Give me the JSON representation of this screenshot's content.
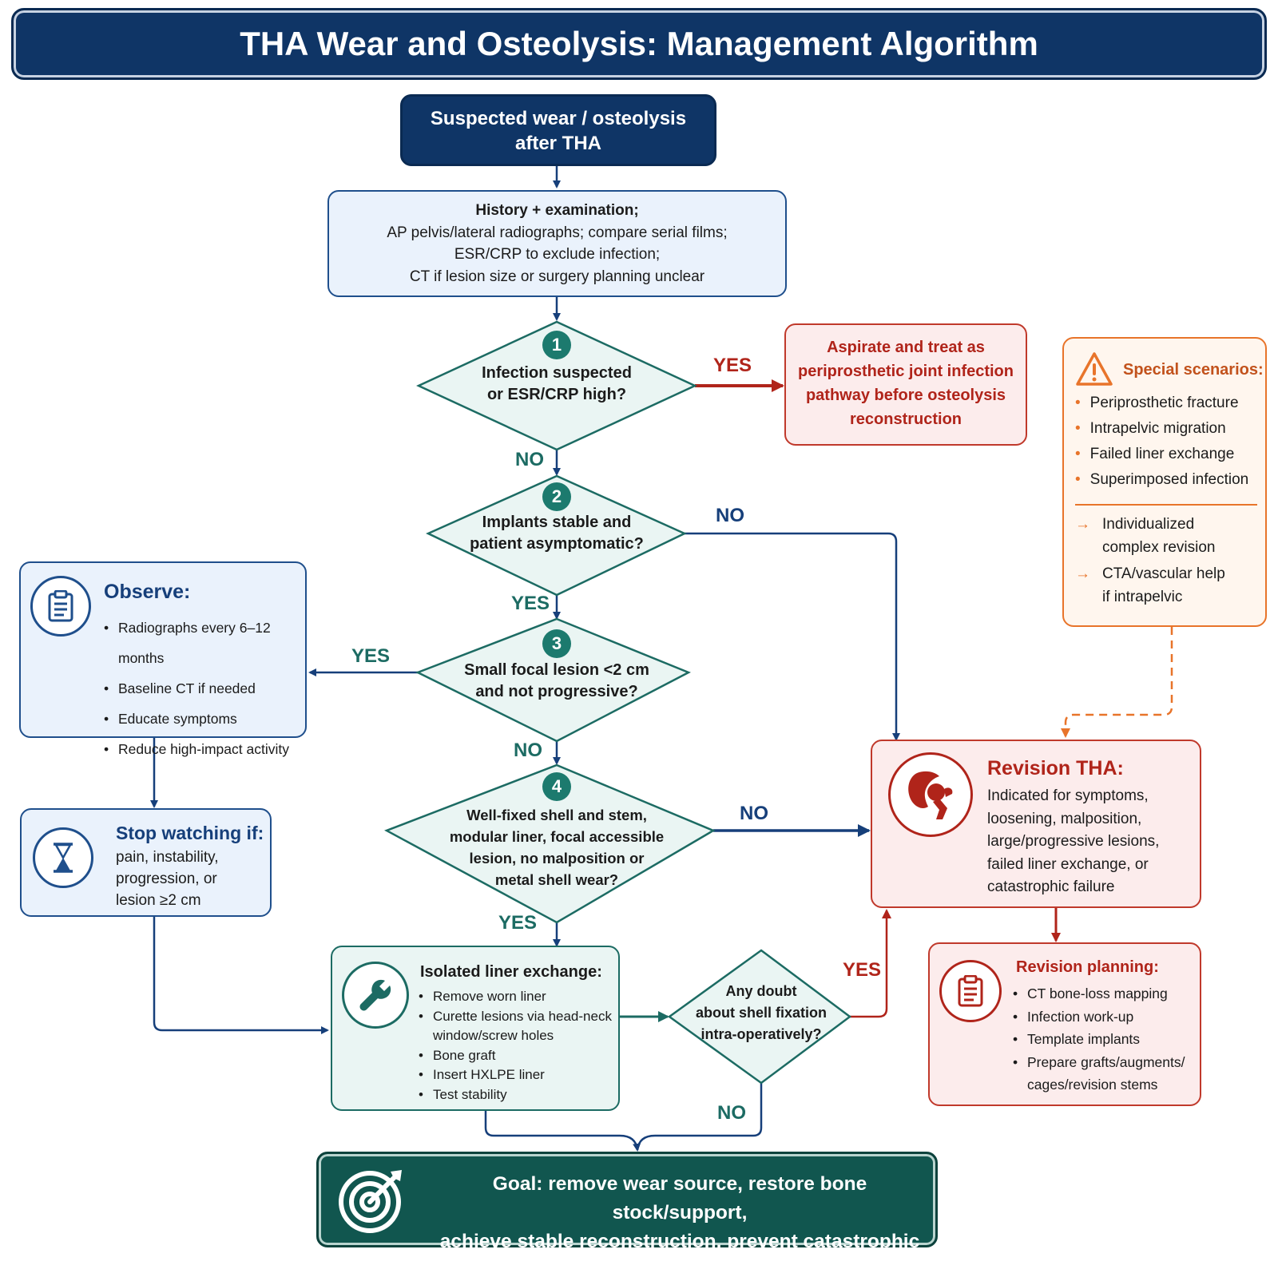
{
  "title": "THA Wear and Osteolysis: Management Algorithm",
  "start": {
    "line1": "Suspected wear / osteolysis",
    "line2": "after THA"
  },
  "history": {
    "heading": "History + examination;",
    "line1": "AP pelvis/lateral radiographs; compare serial films;",
    "line2": "ESR/CRP to exclude infection;",
    "line3": "CT if lesion size or surgery planning unclear"
  },
  "decisions": [
    {
      "number": "1",
      "line1": "Infection suspected",
      "line2": "or ESR/CRP high?"
    },
    {
      "number": "2",
      "line1": "Implants stable and",
      "line2": "patient asymptomatic?"
    },
    {
      "number": "3",
      "line1": "Small focal lesion <2 cm",
      "line2": "and not progressive?"
    },
    {
      "number": "4",
      "line1": "Well-fixed shell and stem,",
      "line2": "modular liner, focal accessible",
      "line3": "lesion, no malposition or",
      "line4": "metal shell wear?"
    }
  ],
  "doubt": {
    "line1": "Any doubt",
    "line2": "about shell fixation",
    "line3": "intra-operatively?"
  },
  "infection_action": {
    "line1": "Aspirate and treat as",
    "line2": "periprosthetic joint infection",
    "line3": "pathway before osteolysis",
    "line4": "reconstruction"
  },
  "special": {
    "heading": "Special scenarios:",
    "items": [
      "Periprosthetic fracture",
      "Intrapelvic migration",
      "Failed liner exchange",
      "Superimposed infection"
    ],
    "arrow1": {
      "line1": "Individualized",
      "line2": "complex revision"
    },
    "arrow2": {
      "line1": "CTA/vascular help",
      "line2": "if intrapelvic"
    }
  },
  "observe": {
    "heading": "Observe:",
    "items": [
      "Radiographs every 6–12 months",
      "Baseline CT if needed",
      "Educate symptoms",
      "Reduce high-impact activity"
    ]
  },
  "stop": {
    "heading": "Stop watching if:",
    "line1": "pain, instability,",
    "line2": "progression, or",
    "line3": "lesion ≥2 cm"
  },
  "revision": {
    "heading": "Revision THA:",
    "line1": "Indicated for symptoms,",
    "line2": "loosening, malposition,",
    "line3": "large/progressive lesions,",
    "line4": "failed liner exchange, or",
    "line5": "catastrophic failure"
  },
  "planning": {
    "heading": "Revision planning:",
    "items": [
      "CT bone-loss mapping",
      "Infection work-up",
      "Template implants"
    ],
    "last_line1": "Prepare grafts/augments/",
    "last_line2": "cages/revision stems"
  },
  "liner": {
    "heading": "Isolated liner exchange:",
    "item1": "Remove worn liner",
    "item2_line1": "Curette lesions via head-neck",
    "item2_line2": "window/screw holes",
    "item3": "Bone graft",
    "item4": "Insert HXLPE liner",
    "item5": "Test stability"
  },
  "goal": {
    "line1": "Goal: remove wear source, restore bone stock/support,",
    "line2": "achieve stable reconstruction, prevent catastrophic failure"
  },
  "labels": {
    "yes": "YES",
    "no": "NO"
  },
  "colors": {
    "navy": "#0f3566",
    "teal": "#1c6b63",
    "red": "#b0241a",
    "orange": "#e8742a"
  }
}
